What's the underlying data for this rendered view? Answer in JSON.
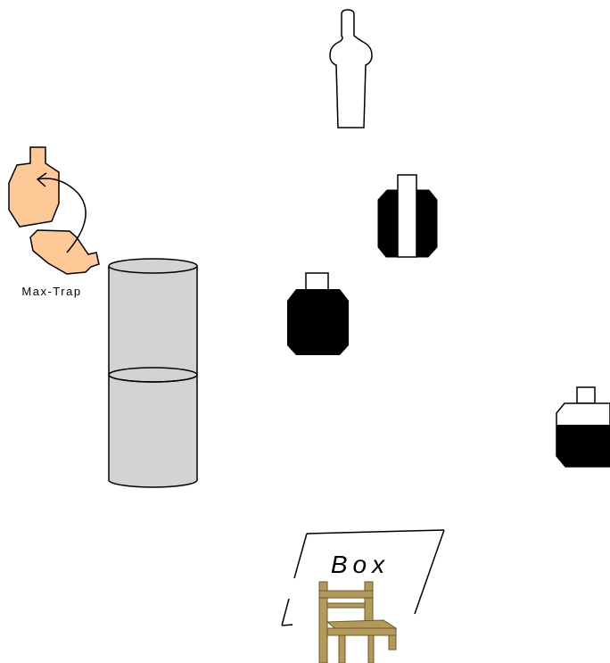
{
  "labels": {
    "max_trap": "Max-Trap",
    "box": "Box"
  },
  "colors": {
    "max_trap_fill": "#FFC896",
    "barrel_fill": "#D3D3D3",
    "target_black": "#000000",
    "target_white": "#FFFFFF",
    "chair_fill": "#B49A5A",
    "chair_stroke": "#6E5A2A"
  },
  "elements": {
    "silhouette_target": "white-silhouette-target",
    "target_striped": "black-target-white-stripe",
    "target_black": "solid-black-target",
    "target_half": "half-black-target",
    "barrel": "stacked-barrel",
    "max_trap": "max-trap-swinging-target",
    "box": "shooting-box",
    "chair": "chair-icon"
  }
}
